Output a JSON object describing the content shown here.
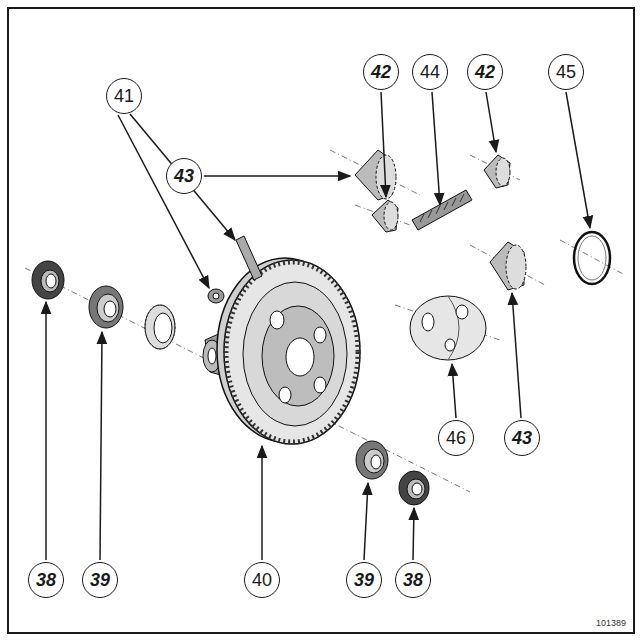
{
  "diagram": {
    "nodes": [
      {
        "text": [
          "41"
        ]
      },
      {
        "text": [
          "42"
        ]
      },
      {
        "text": [
          "44"
        ]
      },
      {
        "text": [
          "42"
        ]
      },
      {
        "text": [
          "45"
        ]
      },
      {
        "text": [
          "43"
        ]
      },
      {
        "text": [
          "46"
        ]
      },
      {
        "text": [
          "43"
        ]
      },
      {
        "text": [
          "38"
        ]
      },
      {
        "text": [
          "39"
        ]
      },
      {
        "text": [
          "40"
        ]
      },
      {
        "text": [
          "39"
        ]
      },
      {
        "text": [
          "38"
        ]
      }
    ],
    "labels": [
      "101389"
    ]
  }
}
